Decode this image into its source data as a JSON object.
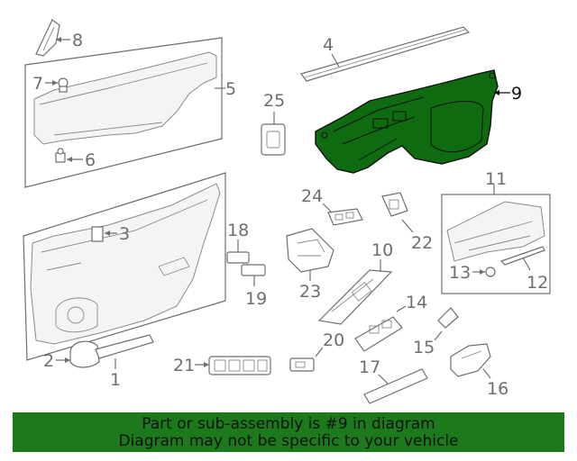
{
  "callouts": {
    "c1": "1",
    "c2": "2",
    "c3": "3",
    "c4": "4",
    "c5": "5",
    "c6": "6",
    "c7": "7",
    "c8": "8",
    "c9": "9",
    "c10": "10",
    "c11": "11",
    "c12": "12",
    "c13": "13",
    "c14": "14",
    "c15": "15",
    "c16": "16",
    "c17": "17",
    "c18": "18",
    "c19": "19",
    "c20": "20",
    "c21": "21",
    "c22": "22",
    "c23": "23",
    "c24": "24",
    "c25": "25"
  },
  "highlighted_part": "9",
  "colors": {
    "highlight": "#0f6b0f",
    "banner": "#1c7a1c",
    "line": "#6e6e6e"
  },
  "banner": {
    "line1": "Part or sub-assembly is #9 in diagram",
    "line2": "Diagram may not be specific to your vehicle"
  }
}
